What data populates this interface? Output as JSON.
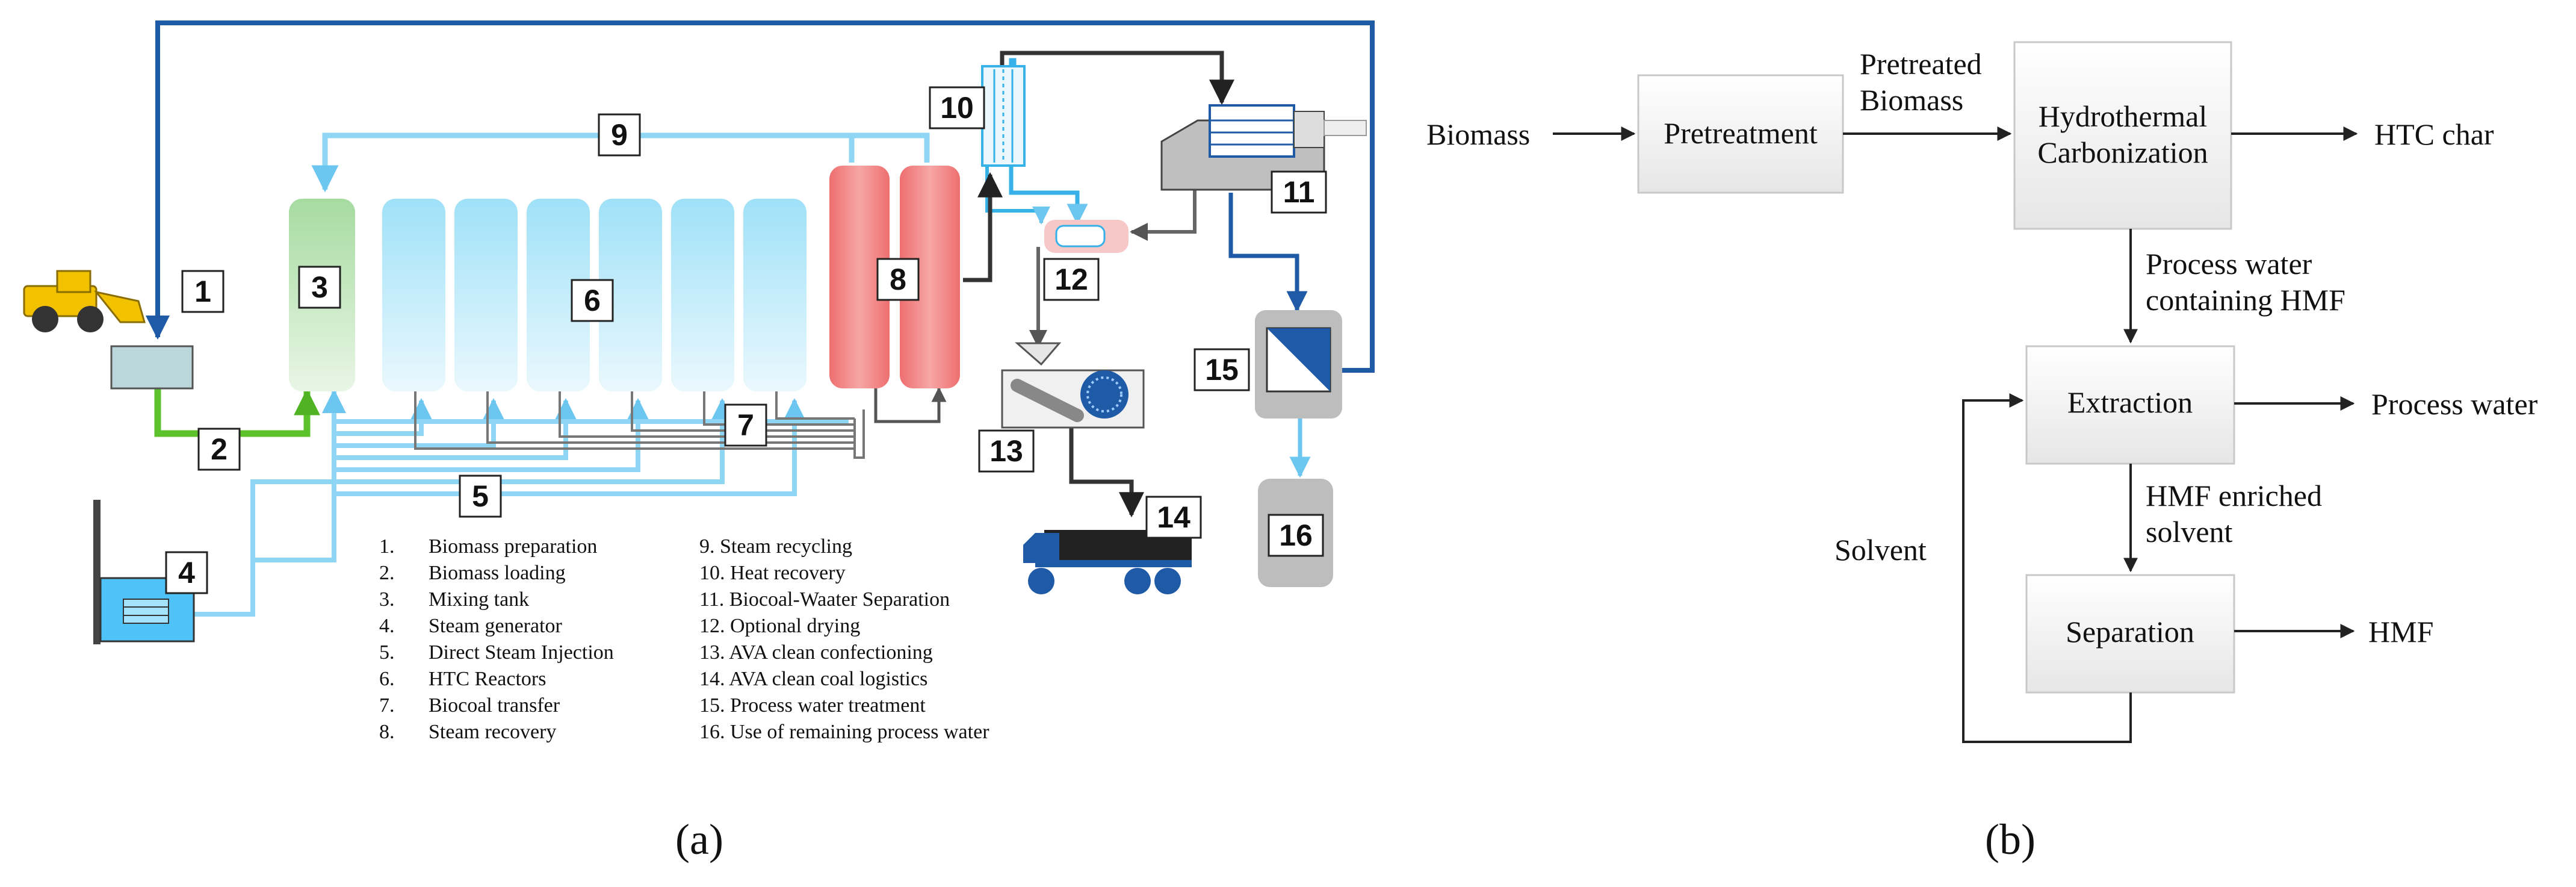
{
  "panel_a": {
    "caption": "(a)",
    "equipment_numbers": [
      "1",
      "2",
      "3",
      "4",
      "5",
      "6",
      "7",
      "8",
      "9",
      "10",
      "11",
      "12",
      "13",
      "14",
      "15",
      "16"
    ],
    "legend_left": [
      {
        "num": "1.",
        "text": "Biomass preparation"
      },
      {
        "num": "2.",
        "text": "Biomass loading"
      },
      {
        "num": "3.",
        "text": "Mixing tank"
      },
      {
        "num": "4.",
        "text": "Steam generator"
      },
      {
        "num": "5.",
        "text": "Direct Steam Injection"
      },
      {
        "num": "6.",
        "text": "HTC Reactors"
      },
      {
        "num": "7.",
        "text": "Biocoal transfer"
      },
      {
        "num": "8.",
        "text": "Steam recovery"
      }
    ],
    "legend_right": [
      "9. Steam recycling",
      "10. Heat recovery",
      "11. Biocoal-Waater Separation",
      "12. Optional drying",
      "13. AVA clean confectioning",
      "14. AVA clean coal logistics",
      "15. Process water treatment",
      "16. Use of remaining process water"
    ],
    "colors": {
      "steam": "#8fd6f5",
      "steam_dark": "#36b2e8",
      "return_line": "#1f5aa6",
      "biomass_line": "#5cc22b",
      "biocoal_line": "#555555",
      "mixing_tank": "#b8e0b4",
      "reactor": "#bdeaf9",
      "recovery": "#f07a7a"
    }
  },
  "panel_b": {
    "caption": "(b)",
    "boxes": {
      "pretreatment": "Pretreatment",
      "htc_line1": "Hydrothermal",
      "htc_line2": "Carbonization",
      "extraction": "Extraction",
      "separation": "Separation"
    },
    "labels": {
      "biomass": "Biomass",
      "pretreated_line1": "Pretreated",
      "pretreated_line2": "Biomass",
      "htc_char": "HTC char",
      "process_water_line1": "Process water",
      "process_water_line2": "containing HMF",
      "process_water_out": "Process water",
      "hmf_enriched_line1": "HMF enriched",
      "hmf_enriched_line2": "solvent",
      "solvent": "Solvent",
      "hmf": "HMF"
    }
  }
}
